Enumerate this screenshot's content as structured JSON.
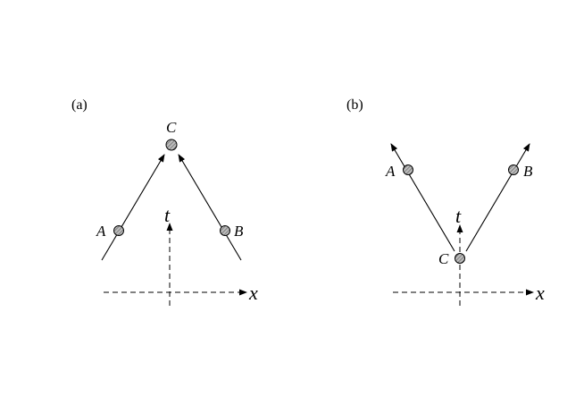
{
  "panels": {
    "a": {
      "label": "(a)",
      "points": {
        "A": "A",
        "B": "B",
        "C": "C"
      },
      "axes": {
        "time": "t",
        "space": "x"
      }
    },
    "b": {
      "label": "(b)",
      "points": {
        "A": "A",
        "B": "B",
        "C": "C"
      },
      "axes": {
        "time": "t",
        "space": "x"
      }
    }
  },
  "colors": {
    "ink": "#000000",
    "particle_fill": "#9a9a9a",
    "background": "#ffffff"
  }
}
